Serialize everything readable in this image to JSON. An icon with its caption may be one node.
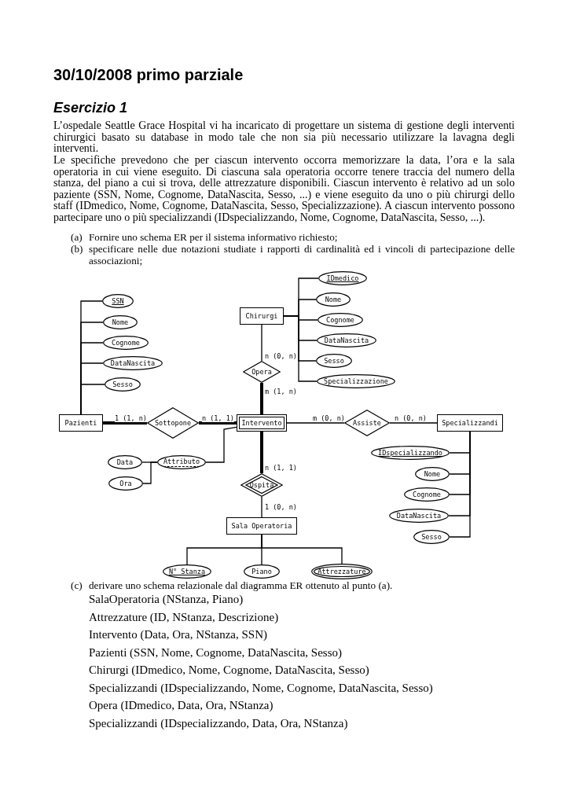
{
  "diagram": {
    "title": "30/10/2008 primo parziale",
    "nodes": [
      {
        "text": [
          "Pazienti"
        ]
      },
      {
        "text": [
          "SSN"
        ]
      },
      {
        "text": [
          "Nome"
        ]
      },
      {
        "text": [
          "Cognome"
        ]
      },
      {
        "text": [
          "DataNascita"
        ]
      },
      {
        "text": [
          "Sesso"
        ]
      },
      {
        "text": [
          "Chirurgi"
        ]
      },
      {
        "text": [
          "IDmedico"
        ]
      },
      {
        "text": [
          "Nome"
        ]
      },
      {
        "text": [
          "Cognome"
        ]
      },
      {
        "text": [
          "DataNascita"
        ]
      },
      {
        "text": [
          "Sesso"
        ]
      },
      {
        "text": [
          "Specializzazione"
        ]
      },
      {
        "text": [
          "Opera"
        ]
      },
      {
        "text": [
          "Intervento"
        ]
      },
      {
        "text": [
          "Sottopone"
        ]
      },
      {
        "text": [
          "Assiste"
        ]
      },
      {
        "text": [
          "Specializzandi"
        ]
      },
      {
        "text": [
          "IDspecializzando"
        ]
      },
      {
        "text": [
          "Nome"
        ]
      },
      {
        "text": [
          "Cognome"
        ]
      },
      {
        "text": [
          "DataNascita"
        ]
      },
      {
        "text": [
          "Sesso"
        ]
      },
      {
        "text": [
          "Attributo"
        ]
      },
      {
        "text": [
          "Data"
        ]
      },
      {
        "text": [
          "Ora"
        ]
      },
      {
        "text": [
          "Ospita"
        ]
      },
      {
        "text": [
          "Sala Operatoria"
        ]
      },
      {
        "text": [
          "N° Stanza"
        ]
      },
      {
        "text": [
          "Piano"
        ]
      },
      {
        "text": [
          "Attrezzature"
        ]
      }
    ],
    "edges": [
      {
        "from": 0,
        "to": 1,
        "arrow": "none"
      },
      {
        "from": 0,
        "to": 2,
        "arrow": "none"
      },
      {
        "from": 0,
        "to": 3,
        "arrow": "none"
      },
      {
        "from": 0,
        "to": 4,
        "arrow": "none"
      },
      {
        "from": 0,
        "to": 5,
        "arrow": "none"
      },
      {
        "from": 6,
        "to": 7,
        "arrow": "none"
      },
      {
        "from": 6,
        "to": 8,
        "arrow": "none"
      },
      {
        "from": 6,
        "to": 9,
        "arrow": "none"
      },
      {
        "from": 6,
        "to": 10,
        "arrow": "none"
      },
      {
        "from": 6,
        "to": 11,
        "arrow": "none"
      },
      {
        "from": 6,
        "to": 12,
        "arrow": "none"
      },
      {
        "from": 6,
        "to": 13,
        "label": "n (0, n)",
        "arrow": "none"
      },
      {
        "from": 13,
        "to": 14,
        "label": "m (1, n)",
        "arrow": "none",
        "style": "thick"
      },
      {
        "from": 0,
        "to": 15,
        "label": "1 (1, n)",
        "arrow": "none",
        "style": "thick"
      },
      {
        "from": 15,
        "to": 14,
        "label": "n (1, 1)",
        "arrow": "none",
        "style": "thick"
      },
      {
        "from": 14,
        "to": 16,
        "label": "m (0, n)",
        "arrow": "none"
      },
      {
        "from": 16,
        "to": 17,
        "label": "n (0, n)",
        "arrow": "none"
      },
      {
        "from": 17,
        "to": 18,
        "arrow": "none"
      },
      {
        "from": 17,
        "to": 19,
        "arrow": "none"
      },
      {
        "from": 17,
        "to": 20,
        "arrow": "none"
      },
      {
        "from": 17,
        "to": 21,
        "arrow": "none"
      },
      {
        "from": 17,
        "to": 22,
        "arrow": "none"
      },
      {
        "from": 14,
        "to": 23,
        "arrow": "none"
      },
      {
        "from": 23,
        "to": 24,
        "arrow": "none"
      },
      {
        "from": 23,
        "to": 25,
        "arrow": "none"
      },
      {
        "from": 14,
        "to": 26,
        "label": "n (1, 1)",
        "arrow": "none",
        "style": "thick"
      },
      {
        "from": 26,
        "to": 27,
        "label": "1 (0, n)",
        "arrow": "none"
      },
      {
        "from": 27,
        "to": 28,
        "arrow": "none"
      },
      {
        "from": 27,
        "to": 29,
        "arrow": "none"
      },
      {
        "from": 27,
        "to": 30,
        "arrow": "none"
      }
    ],
    "labels": [
      "Esercizio 1",
      "L’ospedale Seattle Grace Hospital vi ha incaricato di progettare un sistema di gestione degli interventi chirurgici basato su database in modo tale che non sia più necessario utilizzare la lavagna degli interventi.",
      "Le specifiche prevedono che per ciascun intervento occorra memorizzare la data, l’ora e la sala operatoria in cui viene eseguito. Di ciascuna sala operatoria occorre tenere traccia del numero della stanza, del piano a cui si trova, delle attrezzature disponibili. Ciascun intervento è relativo ad un solo paziente (SSN, Nome, Cognome, DataNascita, Sesso, ...) e viene eseguito da uno o più chirurgi dello staff (IDmedico, Nome, Cognome, DataNascita, Sesso, Specializzazione). A ciascun intervento possono partecipare uno o più specializzandi (IDspecializzando, Nome, Cognome, DataNascita, Sesso, ...).",
      "(a)",
      "Fornire uno schema ER per il sistema informativo richiesto;",
      "(b)",
      "specificare nelle due notazioni studiate i rapporti di cardinalità ed i vincoli di partecipazione delle associazioni;",
      "(c)",
      "derivare uno schema relazionale dal diagramma ER ottenuto al punto (a).",
      "SalaOperatoria (NStanza, Piano)",
      "Attrezzature (ID, NStanza, Descrizione)",
      "Intervento (Data, Ora, NStanza, SSN)",
      "Pazienti (SSN, Nome, Cognome, DataNascita, Sesso)",
      "Chirurgi (IDmedico, Nome, Cognome, DataNascita, Sesso)",
      "Specializzandi (IDspecializzando, Nome, Cognome, DataNascita, Sesso)",
      "Opera (IDmedico, Data, Ora, NStanza)",
      "Specializzandi (IDspecializzando, Data, Ora, NStanza)"
    ]
  }
}
